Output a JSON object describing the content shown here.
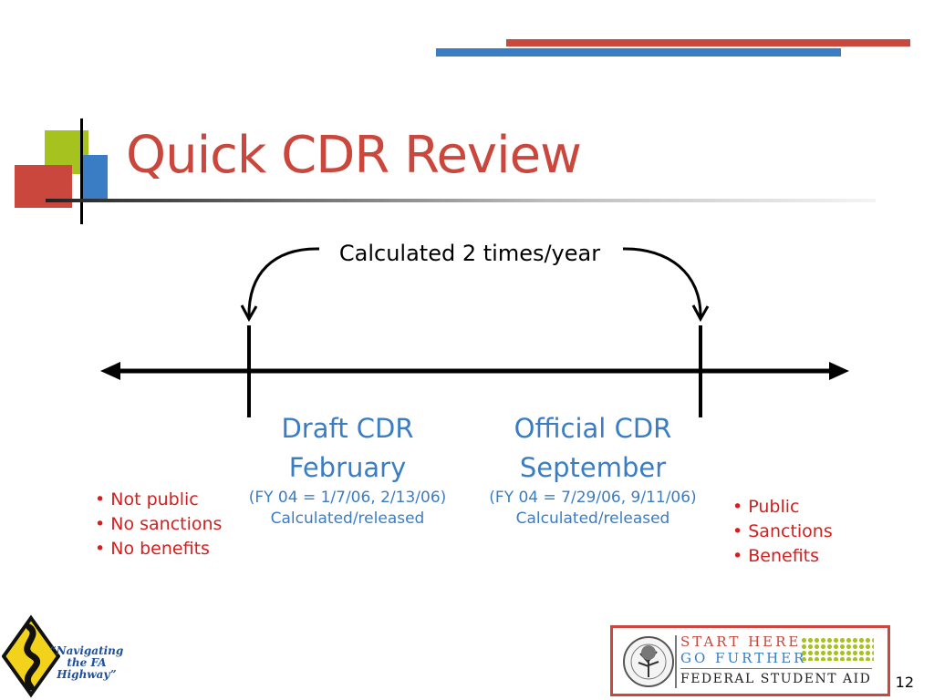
{
  "slide": {
    "title": "Quick CDR Review",
    "arc_label": "Calculated 2 times/year",
    "draft": {
      "heading": "Draft CDR",
      "month": "February",
      "dates": "(FY 04 = 1/7/06, 2/13/06)",
      "note": "Calculated/released"
    },
    "official": {
      "heading": "Official CDR",
      "month": "September",
      "dates": "(FY 04 = 7/29/06, 9/11/06)",
      "note": "Calculated/released"
    },
    "left_bullets": [
      "• Not public",
      "• No sanctions",
      "• No benefits"
    ],
    "right_bullets": [
      "• Public",
      "• Sanctions",
      "• Benefits"
    ],
    "page_number": "12"
  },
  "footer": {
    "left_logo": {
      "icon": "winding-road-sign-icon",
      "text": [
        "“Navigating",
        "the FA",
        "Highway”"
      ]
    },
    "right_logo": {
      "icon": "department-of-education-seal-icon",
      "line1": "START HERE",
      "line2": "GO FURTHER",
      "line3": "FEDERAL STUDENT AID"
    }
  },
  "colors": {
    "accent_red": "#c9473c",
    "accent_blue": "#3a7dc4",
    "accent_green": "#a6c21e",
    "bullet_red": "#d41f1f",
    "text_blue": "#3a7dc4"
  }
}
